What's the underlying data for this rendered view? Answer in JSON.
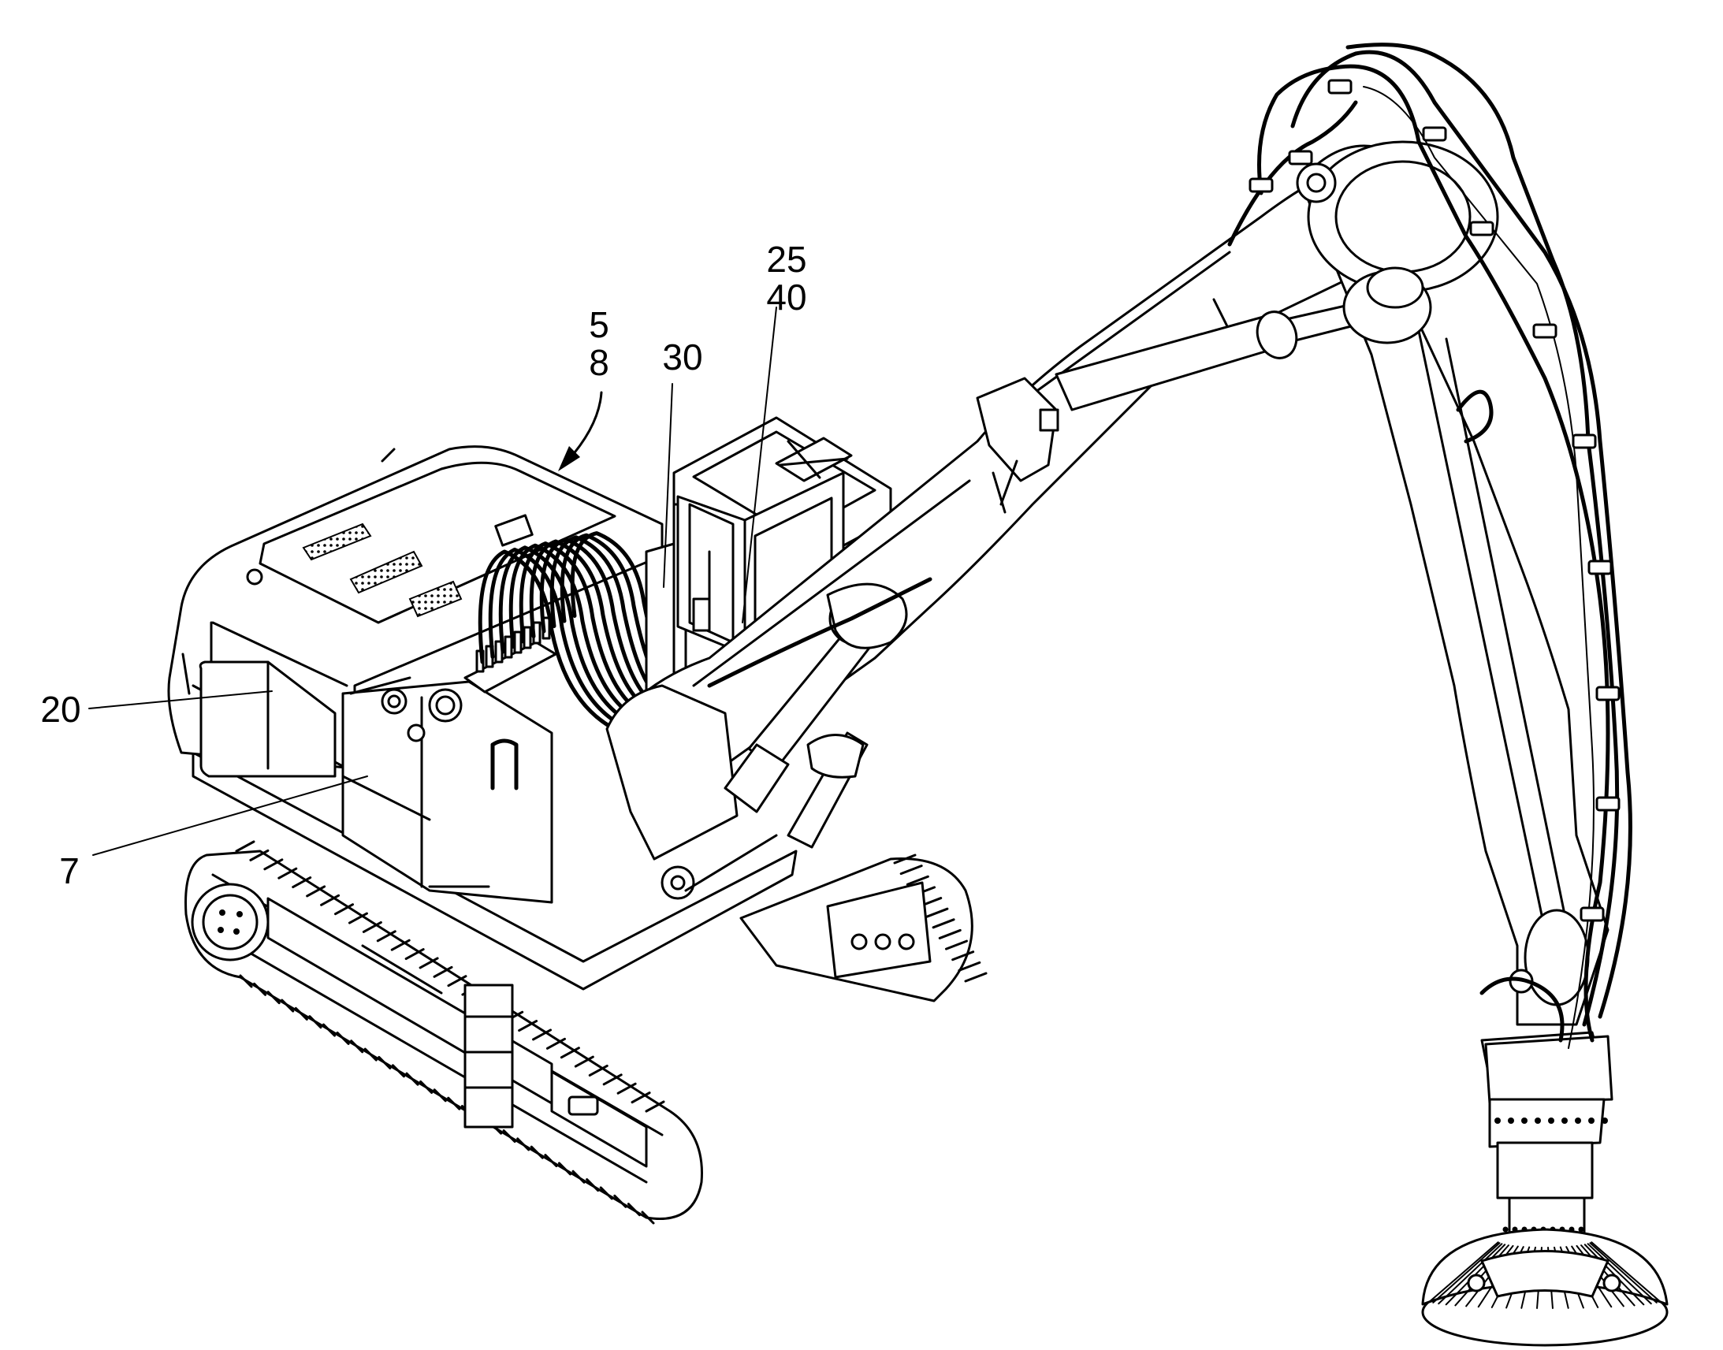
{
  "figure": {
    "reference_numerals": {
      "n5": "5",
      "n8": "8",
      "n30": "30",
      "n25": "25",
      "n40": "40",
      "n20": "20",
      "n7": "7"
    }
  }
}
